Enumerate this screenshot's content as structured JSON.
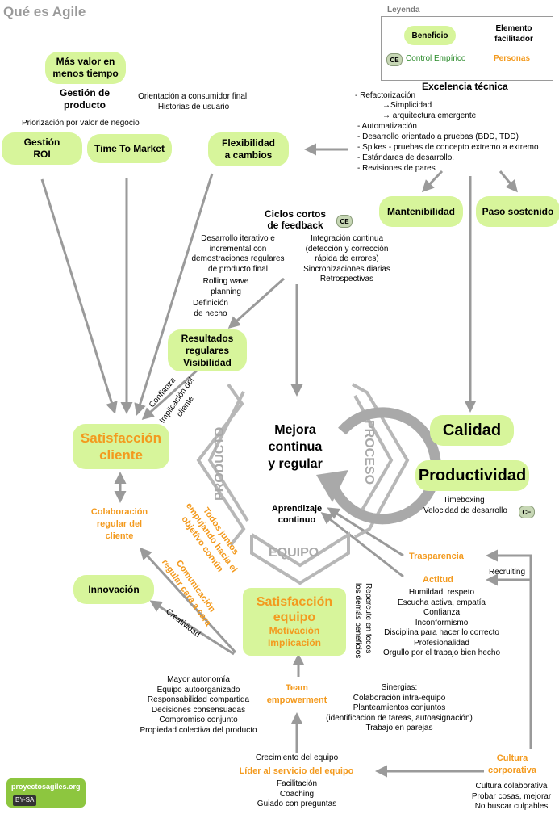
{
  "title": "Qué es Agile",
  "legend": {
    "title": "Leyenda",
    "benefit": "Beneficio",
    "facilitator": [
      "Elemento",
      "facilitador"
    ],
    "ce_badge": "CE",
    "ce_label": "Control Empírico",
    "people": "Personas"
  },
  "benefits": {
    "more_value": [
      "Más valor en",
      "menos tiempo"
    ],
    "roi": [
      "Gestión",
      "ROI"
    ],
    "ttm": "Time To Market",
    "flex": [
      "Flexibilidad",
      "a cambios"
    ],
    "maint": "Mantenibilidad",
    "pace": "Paso sostenido",
    "results": [
      "Resultados",
      "regulares",
      "Visibilidad"
    ],
    "customer_sat": [
      "Satisfacción",
      "cliente"
    ],
    "quality": "Calidad",
    "productivity": "Productividad",
    "innovation": "Innovación",
    "team_sat": [
      "Satisfacción",
      "equipo"
    ],
    "team_sat_sub": [
      "Motivación",
      "Implicación"
    ]
  },
  "product_mgmt": {
    "title": [
      "Gestión de",
      "producto"
    ],
    "orientation": [
      "Orientación a consumidor final:",
      "Historias de usuario"
    ],
    "prioritization": "Priorización por valor de negocio"
  },
  "tech": {
    "title": "Excelencia técnica",
    "items": [
      "- Refactorización",
      "→Simplicidad",
      "→ arquitectura emergente",
      "- Automatización",
      "- Desarrollo orientado a pruebas (BDD, TDD)",
      "- Spikes - pruebas de concepto extremo a extremo",
      "- Estándares de desarrollo.",
      "- Revisiones de pares"
    ]
  },
  "cycles": {
    "title": [
      "Ciclos cortos",
      "de feedback"
    ],
    "ce": "CE",
    "left": [
      "Desarrollo iterativo e",
      "incremental con",
      "demostraciones regulares",
      "de producto final"
    ],
    "rolling": [
      "Rolling wave",
      "planning"
    ],
    "dod": [
      "Definición",
      "de hecho"
    ],
    "right": [
      "Integración continua",
      "(detección y corrección",
      "rápida de errores)",
      "Sincronizaciones diarias",
      "Retrospectivas"
    ]
  },
  "center": {
    "title": [
      "Mejora",
      "continua",
      "y regular"
    ],
    "learning": [
      "Aprendizaje",
      "continuo"
    ],
    "product": "PRODUCTO",
    "process": "PROCESO",
    "team": "EQUIPO"
  },
  "labels": {
    "trust": "Confianza",
    "client_involvement": [
      "Implicación del",
      "cliente"
    ],
    "collab": [
      "Colaboración",
      "regular del",
      "cliente"
    ],
    "all_together": [
      "Todos juntos",
      "empujando hacia el",
      "objetivo común"
    ],
    "comm": [
      "Comunicación",
      "regular cara a cara"
    ],
    "creativity": "Creatividad",
    "affects": [
      "Repercute en todos",
      "los demás beneficios"
    ],
    "timeboxing": "Timeboxing",
    "velocity": "Velocidad de desarrollo",
    "velocity_ce": "CE"
  },
  "people": {
    "transparency": "Trasparencia",
    "attitude": "Actitud",
    "attitude_items": [
      "Humildad, respeto",
      "Escucha activa, empatía",
      "Confianza",
      "Inconformismo",
      "Disciplina para hacer lo correcto",
      "Profesionalidad",
      "Orgullo por el trabajo bien hecho"
    ],
    "recruiting": "Recruiting",
    "empowerment": [
      "Team",
      "empowerment"
    ],
    "autonomy": [
      "Mayor autonomía",
      "Equipo autoorganizado",
      "Responsabilidad compartida",
      "Decisiones consensuadas",
      "Compromiso conjunto",
      "Propiedad colectiva del producto"
    ],
    "synergies": [
      "Sinergias:",
      "Colaboración intra-equipo",
      "Planteamientos conjuntos",
      "(identificación de tareas, autoasignación)",
      "Trabajo en parejas"
    ],
    "growth": "Crecimiento del equipo",
    "servant": "Líder al servicio del equipo",
    "servant_items": [
      "Facilitación",
      "Coaching",
      "Guiado con preguntas"
    ],
    "culture": [
      "Cultura",
      "corporativa"
    ],
    "culture_items": [
      "Cultura colaborativa",
      "Probar cosas, mejorar",
      "No buscar culpables"
    ]
  },
  "logo": {
    "name": "proyectosagiles.org",
    "license": "BY-SA"
  }
}
